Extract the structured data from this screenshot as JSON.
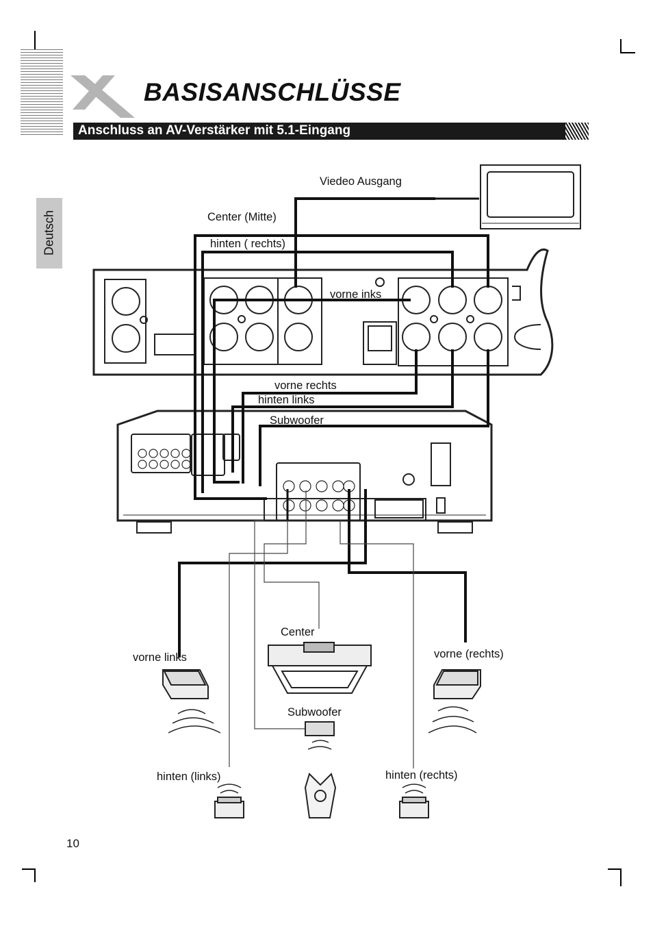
{
  "header": {
    "title": "BASISANSCHLÜSSE",
    "section_title": "Anschluss an AV-Verstärker mit 5.1-Eingang",
    "language_tab": "Deutsch"
  },
  "diagram": {
    "labels": {
      "video_output": "Viedeo Ausgang",
      "center_cable": "Center (Mitte)",
      "rear_right_cable": "hinten ( rechts)",
      "front_left_cable": "vorne inks",
      "front_right_cable": "vorne rechts",
      "rear_left_cable": "hinten links",
      "subwoofer_cable": "Subwoofer",
      "center_speaker": "Center",
      "front_left_speaker": "vorne links",
      "front_right_speaker": "vorne (rechts)",
      "subwoofer_speaker": "Subwoofer",
      "rear_left_speaker": "hinten (links)",
      "rear_right_speaker": "hinten (rechts)"
    }
  },
  "footer": {
    "page_number": "10"
  }
}
